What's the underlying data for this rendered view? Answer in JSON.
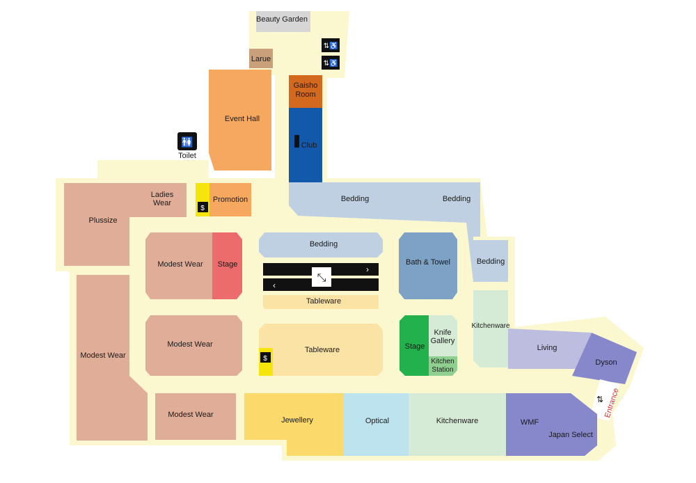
{
  "map": {
    "stores": {
      "beauty_garden": "Beauty Garden",
      "larue": "Larue",
      "gaisho_room_line1": "Gaisho",
      "gaisho_room_line2": "Room",
      "event_hall": "Event Hall",
      "club": "Club",
      "toilet": "Toilet",
      "ladies_wear_line1": "Ladies",
      "ladies_wear_line2": "Wear",
      "plussize": "Plussize",
      "promotion": "Promotion",
      "bedding_top_left": "Bedding",
      "bedding_top_right": "Bedding",
      "bedding_center": "Bedding",
      "bedding_right": "Bedding",
      "modest_wear_1": "Modest Wear",
      "stage_1": "Stage",
      "bath_towel": "Bath & Towel",
      "tableware_strip": "Tableware",
      "modest_wear_2": "Modest Wear",
      "tableware_block": "Tableware",
      "stage_2": "Stage",
      "knife_gallery_line1": "Knife",
      "knife_gallery_line2": "Gallery",
      "kitchen_station_line1": "Kitchen",
      "kitchen_station_line2": "Station",
      "kitchenware_side": "Kitchenware",
      "living": "Living",
      "dyson": "Dyson",
      "modest_wear_left": "Modest Wear",
      "modest_wear_3": "Modest Wear",
      "jewellery": "Jewellery",
      "optical": "Optical",
      "kitchenware_bottom": "Kitchenware",
      "wmf": "WMF",
      "japan_select": "Japan Select",
      "entrance": "Entrance"
    },
    "icons": [
      "restroom-icon",
      "escalator-icon",
      "cash-icon",
      "entrance-arrows-icon",
      "club-icon"
    ]
  }
}
